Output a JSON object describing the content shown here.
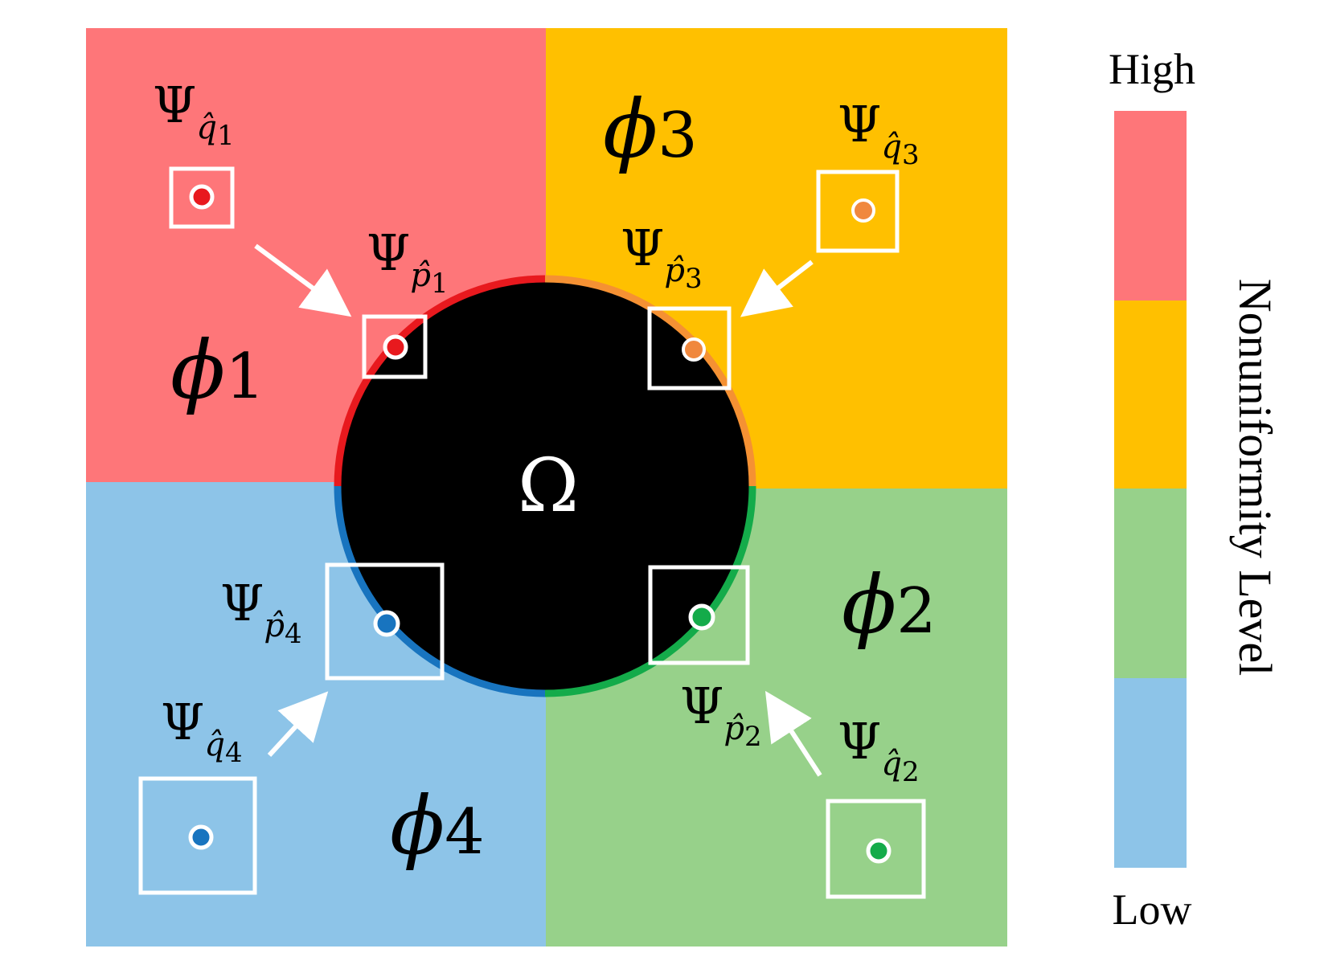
{
  "colors": {
    "high_region": "#fe7679",
    "upper_mid_region": "#ffc000",
    "lower_mid_region": "#97d18a",
    "low_region": "#8dc4e8",
    "hole": "#000000",
    "arc_red": "#e8191e",
    "arc_orange": "#f59133",
    "arc_green": "#14ab4a",
    "arc_blue": "#1874bf",
    "dot_red": "#e8191e",
    "dot_orange": "#f0883e",
    "dot_green": "#14ab4a",
    "dot_blue": "#1874bf"
  },
  "hole": {
    "label": "Ω"
  },
  "regions": [
    {
      "symbol": "ϕ",
      "index": "1"
    },
    {
      "symbol": "ϕ",
      "index": "3"
    },
    {
      "symbol": "ϕ",
      "index": "2"
    },
    {
      "symbol": "ϕ",
      "index": "4"
    }
  ],
  "patch_labels": [
    {
      "psi": "Ψ",
      "sub": "q̂",
      "idx": "1"
    },
    {
      "psi": "Ψ",
      "sub": "p̂",
      "idx": "1"
    },
    {
      "psi": "Ψ",
      "sub": "p̂",
      "idx": "3"
    },
    {
      "psi": "Ψ",
      "sub": "q̂",
      "idx": "3"
    },
    {
      "psi": "Ψ",
      "sub": "p̂",
      "idx": "4"
    },
    {
      "psi": "Ψ",
      "sub": "q̂",
      "idx": "4"
    },
    {
      "psi": "Ψ",
      "sub": "p̂",
      "idx": "2"
    },
    {
      "psi": "Ψ",
      "sub": "q̂",
      "idx": "2"
    }
  ],
  "legend": {
    "high_label": "High",
    "low_label": "Low",
    "axis_label": "Nonuniformity Level"
  }
}
